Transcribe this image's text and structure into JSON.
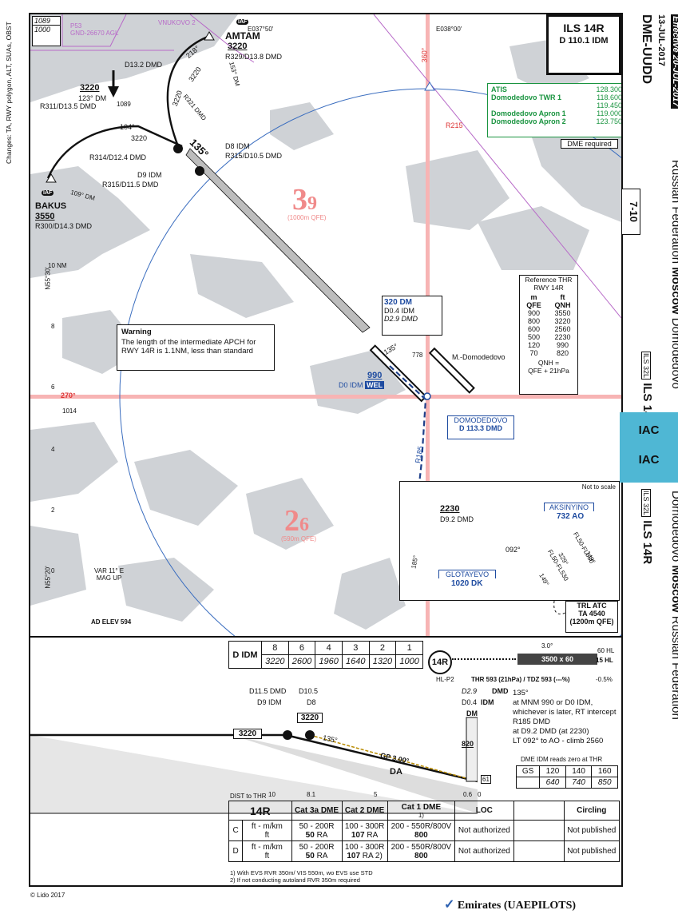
{
  "header": {
    "ident": "DME-UUDD",
    "date": "13-JUL-2017",
    "effective": "Effective 20-JUL-2017",
    "title": "ILS 14R",
    "freq_line": "D 110.1 IDM",
    "chart_no": "7-10",
    "location_a": "Russian Federation",
    "location_b": "Moscow",
    "location_c": "Domodedovo",
    "ils_tag": "ILS 32L",
    "ils_title": "ILS 14R",
    "iac": "IAC"
  },
  "changes": "Changes: TA, RWY polygon, ALT, SUAs, OBST",
  "copyright": "© Lido 2017",
  "footer_brand": "Emirates (UAEPILOTS)",
  "comms": [
    {
      "name": "ATIS",
      "freq": "128.300"
    },
    {
      "name": "Domodedovo TWR 1",
      "freq": "118.600"
    },
    {
      "name": "",
      "freq": "119.450"
    },
    {
      "name": "Domodedovo Apron 1",
      "freq": "119.000"
    },
    {
      "name": "Domodedovo Apron 2",
      "freq": "123.750"
    }
  ],
  "dme_required": "DME required",
  "msa": {
    "top_left": "1089",
    "top_left2": "1000",
    "restricted": "P53\nGND-26670 AGL",
    "vnukovo": "VNUKOVO 2",
    "east1": "E037°50'",
    "east2": "E038°00'",
    "n1": "N55°30'",
    "n2": "N55°20'"
  },
  "fixes": {
    "amtam": "AMTAM",
    "amtam_alt": "3220",
    "amtam_r": "R329/D13.8 DMD",
    "iaf": "IAF",
    "bakus": "BAKUS",
    "bakus_alt": "3550",
    "bakus_r": "R300/D14.3 DMD",
    "d132": "D13.2 DMD",
    "wp3220": "3220",
    "wp3220_hdg": "123° DM",
    "wp3220_r": "R311/D13.5 DMD",
    "r314": "R314/D12.4 DMD",
    "d9": "D9 IDM",
    "r315a": "R315/D11.5 DMD",
    "d8": "D8 IDM",
    "r315b": "R315/D10.5 DMD",
    "alt3220a": "3220",
    "alt3220b": "3220",
    "alt3220c": "3220",
    "hdg104": "104°",
    "hdg135": "135°",
    "hdg218": "218°",
    "hdg153": "153° DM",
    "hdg109": "109° DM",
    "r321": "R321 DMD",
    "r215": "R215",
    "hdg360": "360°",
    "hdg270": "270°",
    "obst1014": "1014",
    "obst778": "778",
    "obst1089": "1089"
  },
  "sector": {
    "alt1": "3",
    "alt1b": "9",
    "alt1_sub": "(1000m QFE)",
    "alt2": "2",
    "alt2b": "6",
    "alt2_sub": "(590m QFE)"
  },
  "nm_scale": [
    "10 NM",
    "8",
    "6",
    "4",
    "2",
    "0"
  ],
  "warning": {
    "title": "Warning",
    "text": "The length of the intermediate APCH for RWY 14R is 1.1NM, less than standard"
  },
  "final": {
    "dm320": "320 DM",
    "d04": "D0.4 IDM",
    "d29": "D2.9 DMD",
    "hdg135": "135°",
    "alt990": "990",
    "d0idm": "D0 IDM",
    "wel": "WEL",
    "airport": "M.-Domodedovo",
    "vor_name": "DOMODEDOVO",
    "vor_freq": "D 113.3 DMD",
    "r185": "R185"
  },
  "missed_inset": {
    "not_to_scale": "Not to scale",
    "alt2230": "2230",
    "d92": "D9.2 DMD",
    "aksinyino": "AKSINYINO",
    "ao": "732 AO",
    "hdg092": "092°",
    "hdg185": "185°",
    "fl1": "FL50-FL530",
    "fl2": "FL50-FL530",
    "hdg149a": "149°",
    "hdg329": "329°",
    "hdg149b": "149°",
    "glotayevo": "GLOTAYEVO",
    "dk": "1020 DK"
  },
  "ref_table": {
    "title": "Reference THR\nRWY 14R",
    "head_m": "m",
    "head_ft": "ft",
    "head_qfe": "QFE",
    "head_qnh": "QNH",
    "rows": [
      [
        "900",
        "3550"
      ],
      [
        "800",
        "3220"
      ],
      [
        "600",
        "2560"
      ],
      [
        "500",
        "2230"
      ],
      [
        "120",
        "990"
      ],
      [
        "70",
        "820"
      ]
    ],
    "note": "QNH =\nQFE + 21hPa"
  },
  "var": "VAR 11° E\nMAG UP",
  "ad_elev": "AD ELEV 594",
  "trl": "TRL ATC\nTA 4540\n(1200m QFE)",
  "dme_table": {
    "label": "D IDM",
    "dist": [
      "8",
      "6",
      "4",
      "3",
      "2",
      "1"
    ],
    "alt": [
      "3220",
      "2600",
      "1960",
      "1640",
      "1320",
      "1000"
    ]
  },
  "rwy_strip": {
    "rwy": "14R",
    "gp": "3.0°",
    "dims": "3500 x 60",
    "hl60": "60 HL",
    "hl15": "15 HL",
    "hlp2": "HL-P2",
    "thr": "THR 593 (21hPa) / TDZ 593 (---%)",
    "slope": "-0.5%"
  },
  "profile": {
    "d115": "D11.5 DMD",
    "d9": "D9 IDM",
    "d105": "D10.5",
    "d8": "D8",
    "a3220a": "3220",
    "a3220b": "3220",
    "hdg135": "135°",
    "gp": "GP 3.00°",
    "da": "DA",
    "d29": "D2.9",
    "d04": "D0.4",
    "dmd": "DMD",
    "idm": "IDM",
    "dm": "DM",
    "alt820": "820",
    "dist_to_thr": "DIST to THR",
    "ticks": [
      "10",
      "8.1",
      "5",
      "0.6",
      "0"
    ],
    "missed_text": "135°\nat MNM 990 or D0 IDM,\nwhichever is later, RT intercept\nR185 DMD\nat D9.2 DMD (at 2230)\nLT 092° to AO - climb 2560",
    "dme_zero": "DME IDM reads zero at THR",
    "gs_head": [
      "GS",
      "120",
      "140",
      "160"
    ],
    "gs_vals": [
      "",
      "640",
      "740",
      "850"
    ],
    "obst": "61"
  },
  "minima": {
    "rwy": "14R",
    "cols": [
      "Cat 3a DME",
      "Cat 2 DME",
      "Cat 1 DME",
      "LOC",
      "Circling"
    ],
    "cat1_note": "1)",
    "rows": [
      {
        "cat": "C",
        "units": "ft - m/km\nft",
        "c3a": "50 - 200R",
        "c3a_b": "50",
        "c3a_ra": "RA",
        "c2": "100 - 300R",
        "c2_b": "107",
        "c2_ra": "RA",
        "c1": "200 - 550R/800V",
        "c1_b": "800",
        "loc": "Not authorized",
        "circ": "Not published"
      },
      {
        "cat": "D",
        "units": "ft - m/km\nft",
        "c3a": "50 - 200R",
        "c3a_b": "50",
        "c3a_ra": "RA",
        "c2": "100 - 300R",
        "c2_b": "107",
        "c2_ra": "RA 2)",
        "c1": "200 - 550R/800V",
        "c1_b": "800",
        "loc": "Not authorized",
        "circ": "Not published"
      }
    ],
    "note1": "1) With EVS RVR 350m/ VIS 550m, wo EVS use STD",
    "note2": "2) If not conducting autoland RVR 350m required"
  }
}
